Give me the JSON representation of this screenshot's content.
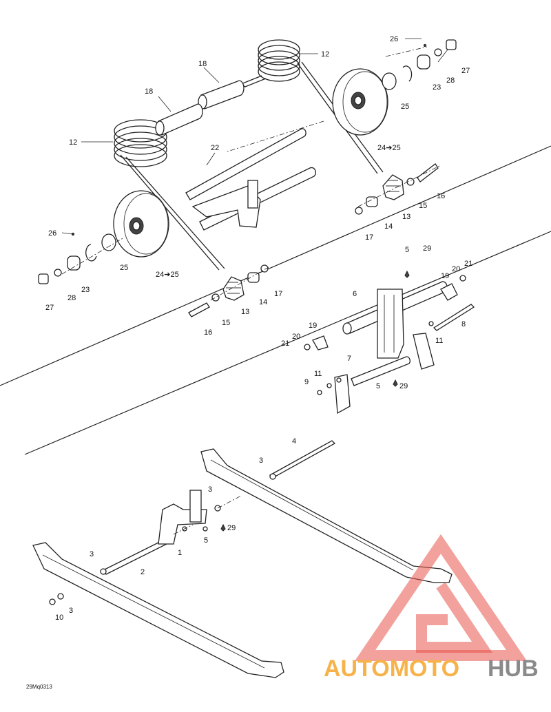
{
  "diagram": {
    "code": "29Mq0313",
    "callouts": [
      {
        "id": "c26a",
        "text": "26"
      },
      {
        "id": "c12a",
        "text": "12"
      },
      {
        "id": "c18a",
        "text": "18"
      },
      {
        "id": "c18b",
        "text": "18"
      },
      {
        "id": "c27a",
        "text": "27"
      },
      {
        "id": "c23a",
        "text": "23"
      },
      {
        "id": "c28a",
        "text": "28"
      },
      {
        "id": "c25a",
        "text": "25"
      },
      {
        "id": "c12b",
        "text": "12"
      },
      {
        "id": "c24a",
        "text": "24➔25"
      },
      {
        "id": "c22",
        "text": "22"
      },
      {
        "id": "c16a",
        "text": "16"
      },
      {
        "id": "c15a",
        "text": "15"
      },
      {
        "id": "c13a",
        "text": "13"
      },
      {
        "id": "c14a",
        "text": "14"
      },
      {
        "id": "c17a",
        "text": "17"
      },
      {
        "id": "c26b",
        "text": "26"
      },
      {
        "id": "c25b",
        "text": "25"
      },
      {
        "id": "c24b",
        "text": "24➔25"
      },
      {
        "id": "c23b",
        "text": "23"
      },
      {
        "id": "c28b",
        "text": "28"
      },
      {
        "id": "c27b",
        "text": "27"
      },
      {
        "id": "c13b",
        "text": "13"
      },
      {
        "id": "c14b",
        "text": "14"
      },
      {
        "id": "c17b",
        "text": "17"
      },
      {
        "id": "c15b",
        "text": "15"
      },
      {
        "id": "c16b",
        "text": "16"
      },
      {
        "id": "c5a",
        "text": "5"
      },
      {
        "id": "c29a",
        "text": "29"
      },
      {
        "id": "c6",
        "text": "6"
      },
      {
        "id": "c19a",
        "text": "19"
      },
      {
        "id": "c20a",
        "text": "20"
      },
      {
        "id": "c21a",
        "text": "21"
      },
      {
        "id": "c8",
        "text": "8"
      },
      {
        "id": "c19b",
        "text": "19"
      },
      {
        "id": "c21b",
        "text": "21"
      },
      {
        "id": "c20b",
        "text": "20"
      },
      {
        "id": "c11a",
        "text": "11"
      },
      {
        "id": "c7",
        "text": "7"
      },
      {
        "id": "c11b",
        "text": "11"
      },
      {
        "id": "c9",
        "text": "9"
      },
      {
        "id": "c5b",
        "text": "5"
      },
      {
        "id": "c29b",
        "text": "29"
      },
      {
        "id": "c4",
        "text": "4"
      },
      {
        "id": "c3a",
        "text": "3"
      },
      {
        "id": "c3b",
        "text": "3"
      },
      {
        "id": "c29c",
        "text": "29"
      },
      {
        "id": "c5c",
        "text": "5"
      },
      {
        "id": "c1",
        "text": "1"
      },
      {
        "id": "c3c",
        "text": "3"
      },
      {
        "id": "c2",
        "text": "2"
      },
      {
        "id": "c10",
        "text": "10"
      },
      {
        "id": "c3d",
        "text": "3"
      }
    ]
  },
  "watermark": {
    "part1": "AUTOMOTO",
    "part2": "HUB",
    "color_primary": "#f7b24a",
    "color_secondary": "#8a8a8a",
    "triangle_color": "#e8534a"
  }
}
